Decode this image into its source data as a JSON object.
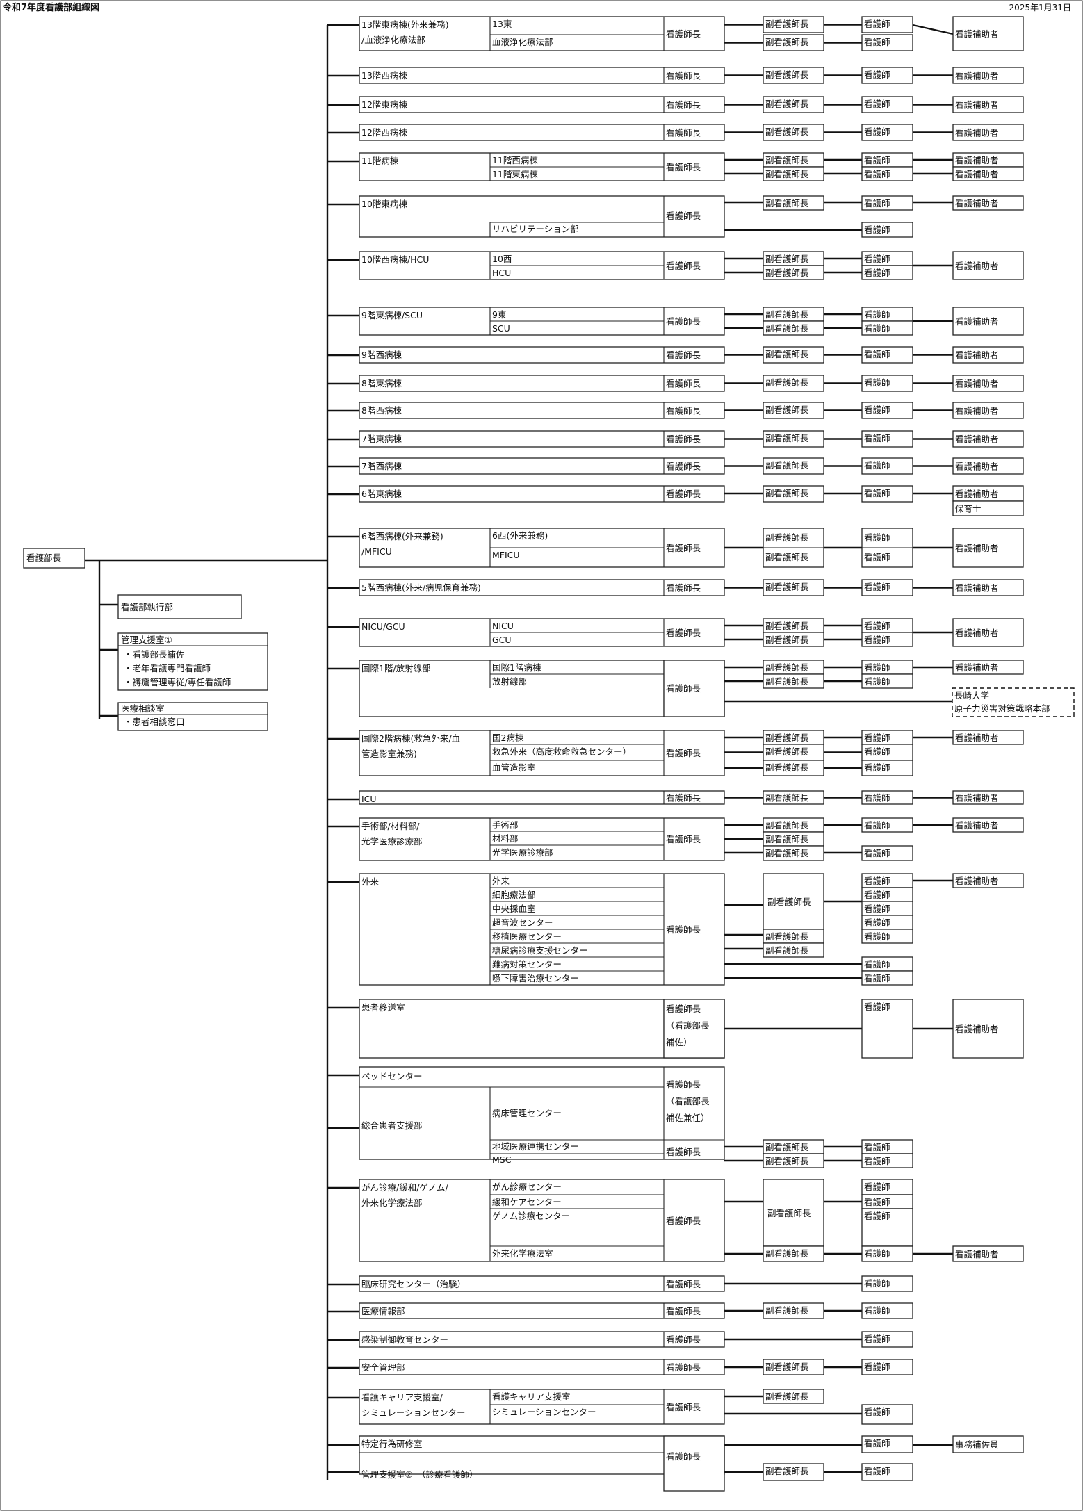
{
  "page": {
    "title": "令和7年度看護部組織図",
    "date": "2025年1月31日"
  },
  "left": {
    "director": "看護部長",
    "exec": "看護部執行部",
    "support1": "管理支援室①",
    "support1_items": [
      "・看護部長補佐",
      "・老年看護専門看護師",
      "・褥瘡管理専従/専任看護師"
    ],
    "consult": "医療相談室",
    "consult_items": [
      "・患者相談窓口"
    ]
  },
  "roles": {
    "head": "看護師長",
    "vice": "副看護師長",
    "ns": "看護師",
    "aide": "看護補助者",
    "nursery": "保育士",
    "clerk": "事務補佐員",
    "head_assist": [
      "看護師長",
      "（看護部長",
      "補佐）"
    ],
    "head_assist2": [
      "看護師長",
      "（看護部長",
      "補佐兼任）"
    ]
  },
  "ext": [
    "長崎大学",
    "原子力災害対策戦略本部"
  ],
  "units": [
    {
      "name": [
        "13階東病棟(外来兼務)",
        "/血液浄化療法部"
      ],
      "subs": [
        "13東",
        "血液浄化療法部"
      ]
    },
    {
      "name": [
        "13階西病棟"
      ]
    },
    {
      "name": [
        "12階東病棟"
      ]
    },
    {
      "name": [
        "12階西病棟"
      ]
    },
    {
      "name": [
        "11階病棟"
      ],
      "subs": [
        "11階西病棟",
        "11階東病棟"
      ]
    },
    {
      "name": [
        "10階東病棟"
      ],
      "subs": [
        "リハビリテーション部"
      ]
    },
    {
      "name": [
        "10階西病棟/HCU"
      ],
      "subs": [
        "10西",
        "HCU"
      ]
    },
    {
      "name": [
        "9階東病棟/SCU"
      ],
      "subs": [
        "9東",
        "SCU"
      ]
    },
    {
      "name": [
        "9階西病棟"
      ]
    },
    {
      "name": [
        "8階東病棟"
      ]
    },
    {
      "name": [
        "8階西病棟"
      ]
    },
    {
      "name": [
        "7階東病棟"
      ]
    },
    {
      "name": [
        "7階西病棟"
      ]
    },
    {
      "name": [
        "6階東病棟"
      ]
    },
    {
      "name": [
        "6階西病棟(外来兼務)",
        "/MFICU"
      ],
      "subs": [
        "6西(外来兼務)",
        "MFICU"
      ]
    },
    {
      "name": [
        "5階西病棟(外来/病児保育兼務)"
      ]
    },
    {
      "name": [
        "NICU/GCU"
      ],
      "subs": [
        "NICU",
        "GCU"
      ]
    },
    {
      "name": [
        "国際1階/放射線部"
      ],
      "subs": [
        "国際1階病棟",
        "放射線部"
      ]
    },
    {
      "name": [
        "国際2階病棟(救急外来/血",
        "管造影室兼務)"
      ],
      "subs": [
        "国2病棟",
        "救急外来（高度救命救急センター）",
        "血管造影室"
      ]
    },
    {
      "name": [
        "ICU"
      ]
    },
    {
      "name": [
        "手術部/材料部/",
        "光学医療診療部"
      ],
      "subs": [
        "手術部",
        "材料部",
        "光学医療診療部"
      ]
    },
    {
      "name": [
        "外来"
      ],
      "subs": [
        "外来",
        "細胞療法部",
        "中央採血室",
        "超音波センター",
        "移植医療センター",
        "糖尿病診療支援センター",
        "難病対策センター",
        "嚥下障害治療センター"
      ]
    },
    {
      "name": [
        "患者移送室"
      ]
    },
    {
      "name": [
        "ベッドセンター"
      ]
    },
    {
      "name": [
        "総合患者支援部"
      ],
      "subs": [
        "病床管理センター",
        "地域医療連携センター",
        "MSC"
      ]
    },
    {
      "name": [
        "がん診療/緩和/ゲノム/",
        "外来化学療法部"
      ],
      "subs": [
        "がん診療センター",
        "緩和ケアセンター",
        "ゲノム診療センター",
        "外来化学療法室"
      ]
    },
    {
      "name": [
        "臨床研究センター（治験）"
      ]
    },
    {
      "name": [
        "医療情報部"
      ]
    },
    {
      "name": [
        "感染制御教育センター"
      ]
    },
    {
      "name": [
        "安全管理部"
      ]
    },
    {
      "name": [
        "看護キャリア支援室/",
        "シミュレーションセンター"
      ],
      "subs": [
        "看護キャリア支援室",
        "シミュレーションセンター"
      ]
    },
    {
      "name": [
        "特定行為研修室"
      ]
    },
    {
      "name": [
        "管理支援室②　（診療看護師）"
      ]
    }
  ]
}
